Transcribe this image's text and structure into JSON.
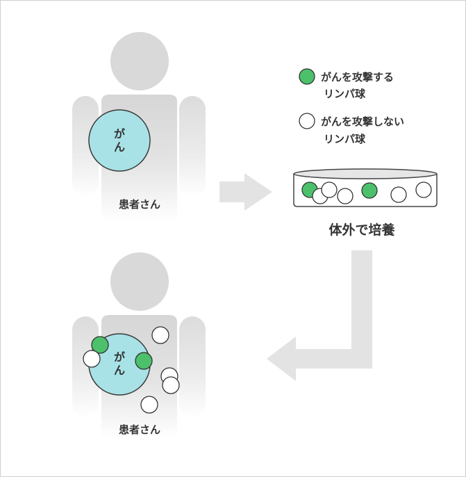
{
  "legend": {
    "attacking": "がんを攻撃する\nリンパ球",
    "attacking_line1": "がんを攻撃する",
    "attacking_line2": "リンパ球",
    "non_attacking_line1": "がんを攻撃しない",
    "non_attacking_line2": "リンパ球"
  },
  "patient_before": {
    "tumor_label": "がん",
    "caption": "患者さん"
  },
  "culture": {
    "caption": "体外で培養"
  },
  "patient_after": {
    "tumor_label": "がん",
    "caption": "患者さん"
  },
  "colors": {
    "attacking": "#4cc06a",
    "non_attacking": "#ffffff",
    "tumor": "#a8e2e6",
    "body": "#d9d9d9",
    "arrow": "#e3e3e3"
  }
}
